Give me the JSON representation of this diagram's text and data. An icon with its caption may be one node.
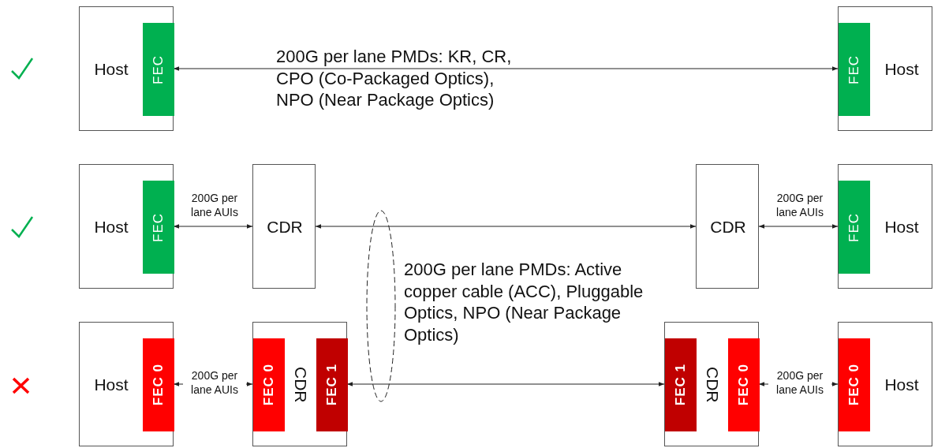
{
  "diagram": {
    "nodes": [
      {
        "text": [
          "Host"
        ]
      },
      {
        "text": [
          "FEC"
        ],
        "in": 0
      },
      {
        "text": [
          "Host"
        ]
      },
      {
        "text": [
          "FEC"
        ],
        "in": 2
      },
      {
        "text": [
          "Host"
        ]
      },
      {
        "text": [
          "FEC"
        ],
        "in": 4
      },
      {
        "text": [
          "CDR"
        ]
      },
      {
        "text": [
          "CDR"
        ]
      },
      {
        "text": [
          "Host"
        ]
      },
      {
        "text": [
          "FEC"
        ],
        "in": 8
      },
      {
        "text": [
          "Host"
        ]
      },
      {
        "text": [
          "FEC 0"
        ],
        "in": 10
      },
      {
        "text": [
          "CDR"
        ]
      },
      {
        "text": [
          "FEC 0"
        ],
        "in": 12
      },
      {
        "text": [
          "FEC 1"
        ],
        "in": 12
      },
      {
        "text": [
          "CDR"
        ]
      },
      {
        "text": [
          "FEC 1"
        ],
        "in": 15
      },
      {
        "text": [
          "FEC 0"
        ],
        "in": 15
      },
      {
        "text": [
          "Host"
        ]
      },
      {
        "text": [
          "FEC 0"
        ],
        "in": 18
      }
    ],
    "edges": [
      {
        "from": 1,
        "to": 3,
        "arrow": "both",
        "label": "200G per lane PMDs: KR, CR, CPO (Co-Packaged Optics), NPO (Near Package Optics)"
      },
      {
        "from": 5,
        "to": 6,
        "arrow": "both",
        "label": "200G per lane AUIs"
      },
      {
        "from": 6,
        "to": 7,
        "arrow": "both"
      },
      {
        "from": 7,
        "to": 9,
        "arrow": "both",
        "label": "200G per lane AUIs"
      },
      {
        "from": 11,
        "to": 13,
        "arrow": "both",
        "label": "200G per lane AUIs"
      },
      {
        "from": 14,
        "to": 16,
        "arrow": "both"
      },
      {
        "from": 17,
        "to": 19,
        "arrow": "both",
        "label": "200G per lane AUIs"
      }
    ],
    "labels": [
      "200G per lane PMDs: Active copper cable (ACC), Pluggable Optics, NPO (Near Package Optics)"
    ]
  }
}
